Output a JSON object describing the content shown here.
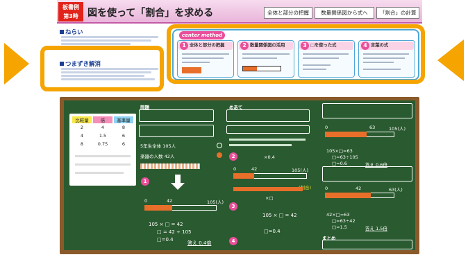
{
  "header": {
    "badge_line1": "板書例",
    "badge_line2": "第3時",
    "title": "図を使って「割合」を求める",
    "nav": [
      "全体と部分の把握",
      "数量関係図から式へ",
      "「割合」の計算"
    ]
  },
  "left": {
    "goal_heading": "ねらい",
    "stumble_heading": "つまずき解消"
  },
  "method": {
    "tag": "center method",
    "steps": [
      {
        "num": "1",
        "label": "全体と部分の把握"
      },
      {
        "num": "2",
        "label": "数量関係図の活用"
      },
      {
        "num": "3",
        "label": "□を使った式"
      },
      {
        "num": "4",
        "label": "言葉の式"
      }
    ]
  },
  "board": {
    "problem_title": "問題",
    "matome": "まとめ",
    "compare_title": "めあて",
    "table": {
      "headers": [
        "比較量",
        "倍",
        "基準量"
      ],
      "rows": [
        [
          "2",
          "4",
          "8"
        ],
        [
          "4",
          "1.5",
          "6"
        ],
        [
          "8",
          "0.75",
          "6"
        ]
      ]
    },
    "numbers": {
      "total_label": "5年生全体 105人",
      "part_label": "楽器の人数 42人",
      "eq1": "105 × □ = 42",
      "eq2": "□ = 42 ÷ 105",
      "eq3": "□=0.4",
      "answer": "答え 0.4倍",
      "bar_0": "0",
      "bar_42": "42",
      "bar_105": "105(人)",
      "x04": "×0.4",
      "xbox": "×□",
      "wariai": "(割合)",
      "right_eq1": "105×□=63",
      "right_eq2": "□=63÷105",
      "right_eq3": "□=0.6",
      "right_ans": "答え 0.6倍",
      "right2_eq1": "42×□=63",
      "right2_eq2": "□=63÷42",
      "right2_eq3": "□=1.5",
      "right2_ans": "答え 1.5倍",
      "right_63": "63",
      "right_42": "42",
      "right_105": "105(人)",
      "right2_63": "63(人)"
    }
  },
  "colors": {
    "accent_orange": "#f5a400",
    "board_green": "#2a5a2f",
    "pink": "#e94f9a",
    "header_pink": "#e9b5da"
  }
}
